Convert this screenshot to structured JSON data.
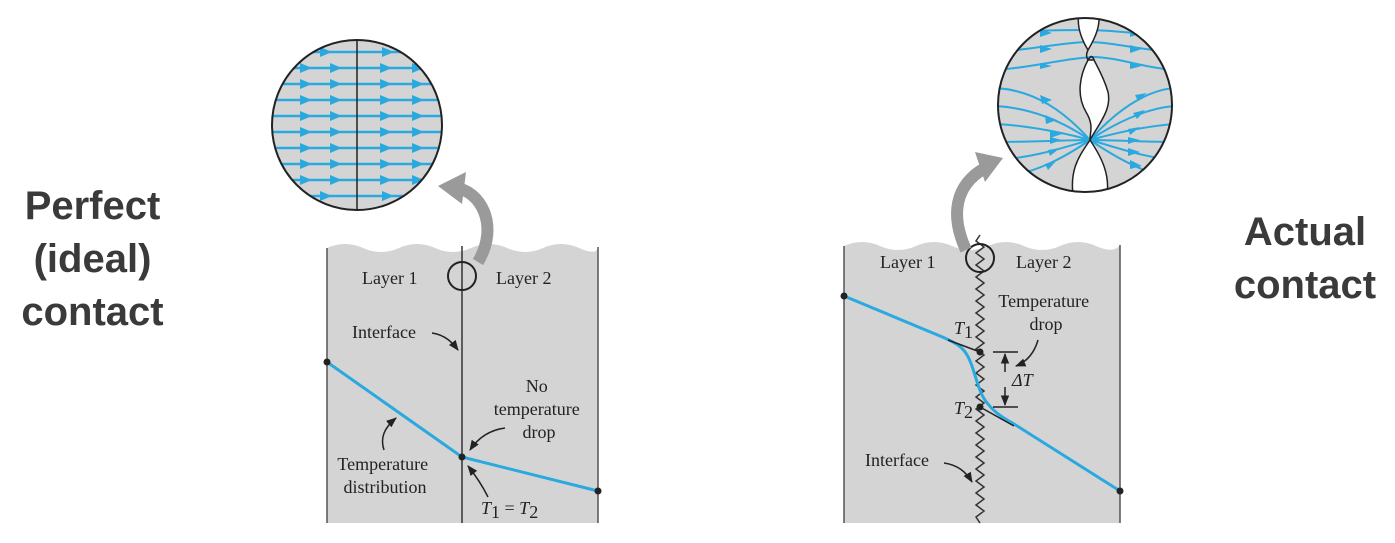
{
  "left": {
    "title_lines": [
      "Perfect",
      "(ideal)",
      "contact"
    ],
    "layer1": "Layer 1",
    "layer2": "Layer 2",
    "interface": "Interface",
    "no_drop_lines": [
      "No",
      "temperature",
      "drop"
    ],
    "temp_dist_lines": [
      "Temperature",
      "distribution"
    ],
    "t_equal": {
      "t1": "T",
      "s1": "1",
      "eq": " = ",
      "t2": "T",
      "s2": "2"
    }
  },
  "right": {
    "title_lines": [
      "Actual",
      "contact"
    ],
    "layer1": "Layer 1",
    "layer2": "Layer 2",
    "temp_drop_lines": [
      "Temperature",
      "drop"
    ],
    "t1": {
      "t": "T",
      "s": "1"
    },
    "t2": {
      "t": "T",
      "s": "2"
    },
    "delta_t": "ΔT",
    "interface": "Interface"
  },
  "colors": {
    "panel": "#d4d4d4",
    "line": "#2aa9e0",
    "ink": "#222222",
    "arrow": "#9a9a9a",
    "title": "#3a3a3a"
  }
}
